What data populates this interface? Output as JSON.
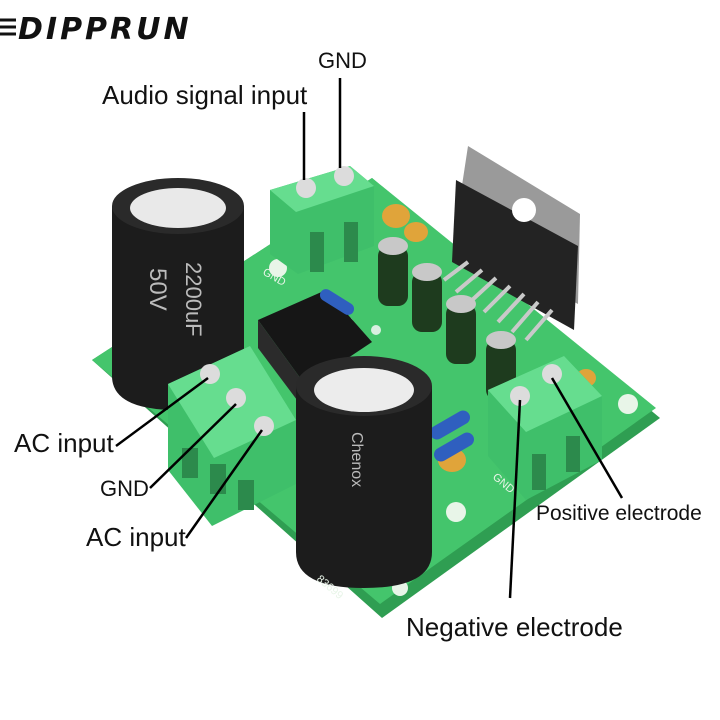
{
  "brand": {
    "logo_text": "DIPPRUN"
  },
  "labels": {
    "audio_signal_input": "Audio signal input",
    "gnd_top": "GND",
    "ac_input_1": "AC input",
    "gnd_left": "GND",
    "ac_input_2": "AC input",
    "positive_electrode": "Positive electrode",
    "negative_electrode": "Negative electrode"
  },
  "board_print": {
    "cap_left_rating": "2200uF",
    "cap_left_voltage": "50V",
    "cap_right_brand": "Chenox",
    "silk_gnd_1": "GND",
    "silk_gnd_2": "GND",
    "board_code": "83699"
  },
  "colors": {
    "pcb": "#3fbf66",
    "terminal": "#4fd080",
    "capacitor": "#1c1c1c",
    "heatsink": "#2a2a2a"
  }
}
